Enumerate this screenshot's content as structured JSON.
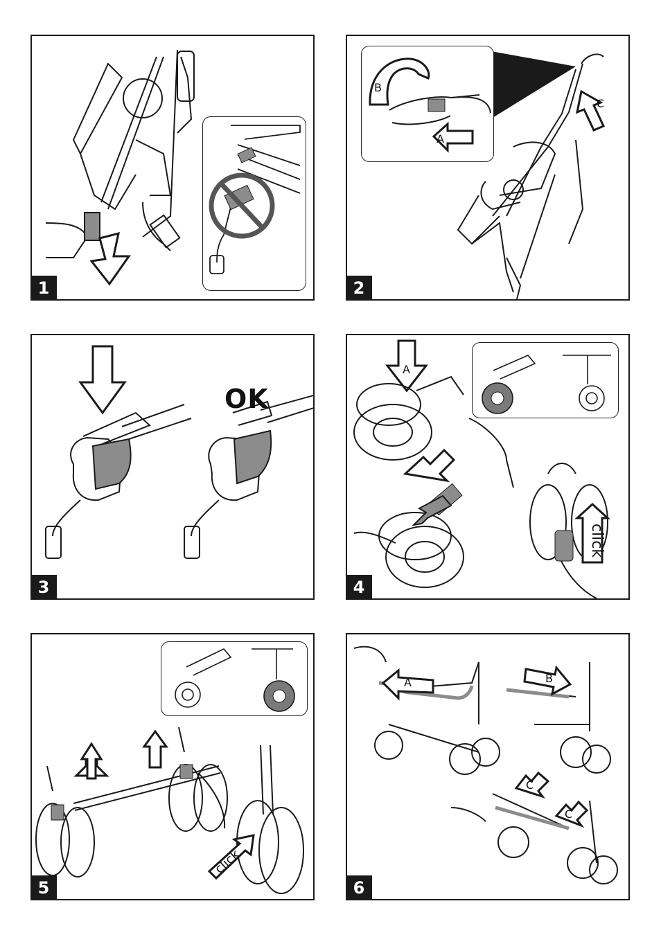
{
  "panels": [
    {
      "number": "1"
    },
    {
      "number": "2",
      "labels": {
        "a": "A",
        "b": "B",
        "c": "C"
      }
    },
    {
      "number": "3",
      "ok_label": "OK"
    },
    {
      "number": "4",
      "labels": {
        "a": "A"
      },
      "click_label": "click"
    },
    {
      "number": "5",
      "click_label": "click"
    },
    {
      "number": "6",
      "labels": {
        "a": "A",
        "b": "B",
        "c1": "C",
        "c2": "C"
      }
    }
  ],
  "colors": {
    "stroke": "#1a1a1a",
    "part_gray": "#8c8c8c",
    "wheel_gray": "#7a7a7a",
    "badge": "#1a1a1a"
  }
}
